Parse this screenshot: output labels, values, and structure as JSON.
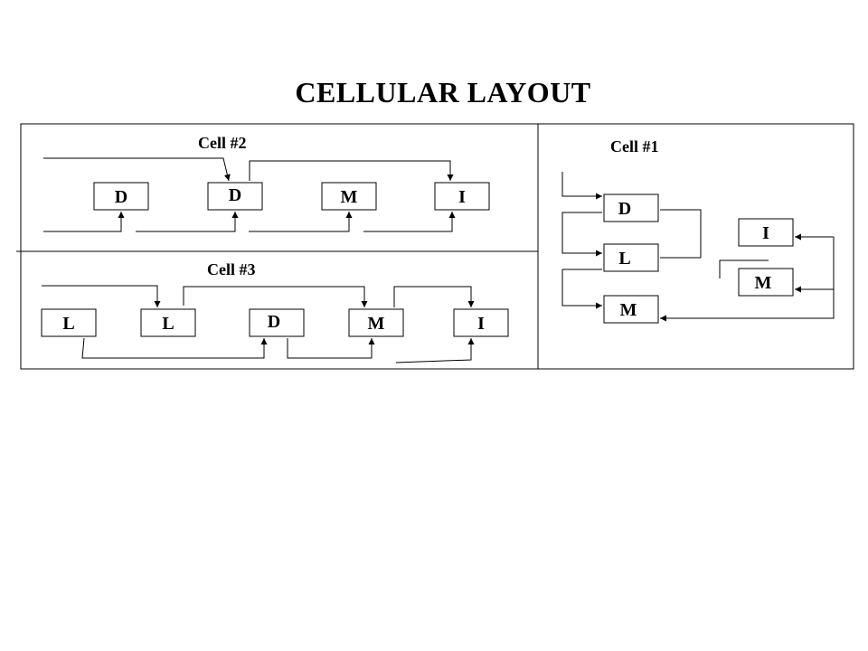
{
  "title": "CELLULAR LAYOUT",
  "cells": {
    "cell2": {
      "label": "Cell #2",
      "machines": [
        "D",
        "D",
        "M",
        "I"
      ]
    },
    "cell3": {
      "label": "Cell #3",
      "machines": [
        "L",
        "L",
        "D",
        "M",
        "I"
      ]
    },
    "cell1": {
      "label": "Cell #1",
      "machines": [
        "D",
        "L",
        "M",
        "I",
        "M"
      ]
    }
  }
}
